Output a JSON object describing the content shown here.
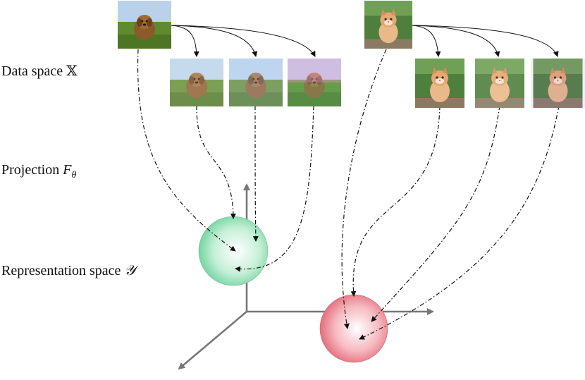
{
  "labels": {
    "data_space": "Data space",
    "data_space_symbol": "𝕏",
    "projection": "Projection",
    "projection_symbol": "F",
    "projection_subscript": "θ",
    "representation_space": "Representation space",
    "representation_space_symbol": "𝒴"
  },
  "colors": {
    "green_sphere": "#7fd9a8",
    "red_sphere": "#e8707e",
    "axis": "#777777",
    "arrow": "#111111"
  },
  "images": [
    {
      "name": "dog-original-image",
      "subject": "dog",
      "variant": "original"
    },
    {
      "name": "dog-noise-augmentation-image",
      "subject": "dog",
      "variant": "noise"
    },
    {
      "name": "dog-speckle-augmentation-image",
      "subject": "dog",
      "variant": "speckle"
    },
    {
      "name": "dog-color-augmentation-image",
      "subject": "dog",
      "variant": "color"
    },
    {
      "name": "cat-original-image",
      "subject": "cat",
      "variant": "original"
    },
    {
      "name": "cat-augmentation-1-image",
      "subject": "cat",
      "variant": "aug1"
    },
    {
      "name": "cat-augmentation-2-image",
      "subject": "cat",
      "variant": "aug2"
    },
    {
      "name": "cat-augmentation-3-image",
      "subject": "cat",
      "variant": "aug3"
    }
  ]
}
